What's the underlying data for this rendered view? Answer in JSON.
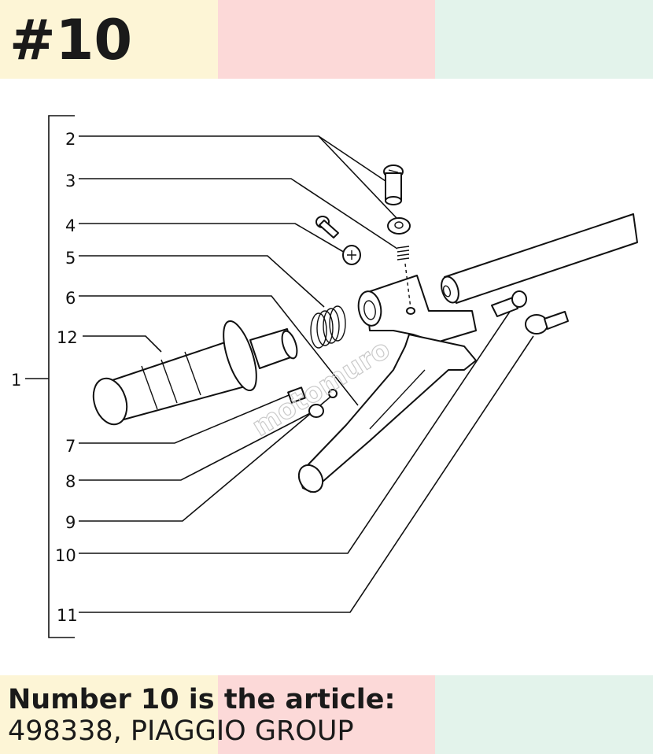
{
  "header": {
    "title": "#10"
  },
  "footer": {
    "line1": "Number 10 is the article:",
    "line2": "498338, PIAGGIO GROUP"
  },
  "diagram": {
    "labels": [
      {
        "id": "1",
        "text": "1"
      },
      {
        "id": "2",
        "text": "2"
      },
      {
        "id": "3",
        "text": "3"
      },
      {
        "id": "4",
        "text": "4"
      },
      {
        "id": "5",
        "text": "5"
      },
      {
        "id": "6",
        "text": "6"
      },
      {
        "id": "12",
        "text": "12"
      },
      {
        "id": "7",
        "text": "7"
      },
      {
        "id": "8",
        "text": "8"
      },
      {
        "id": "9",
        "text": "9"
      },
      {
        "id": "10",
        "text": "10"
      },
      {
        "id": "11",
        "text": "11"
      }
    ],
    "watermark": "motomuro"
  },
  "colors": {
    "band_yellow": "#fdf5d6",
    "band_pink": "#fcd9d8",
    "band_green": "#e3f3eb"
  }
}
